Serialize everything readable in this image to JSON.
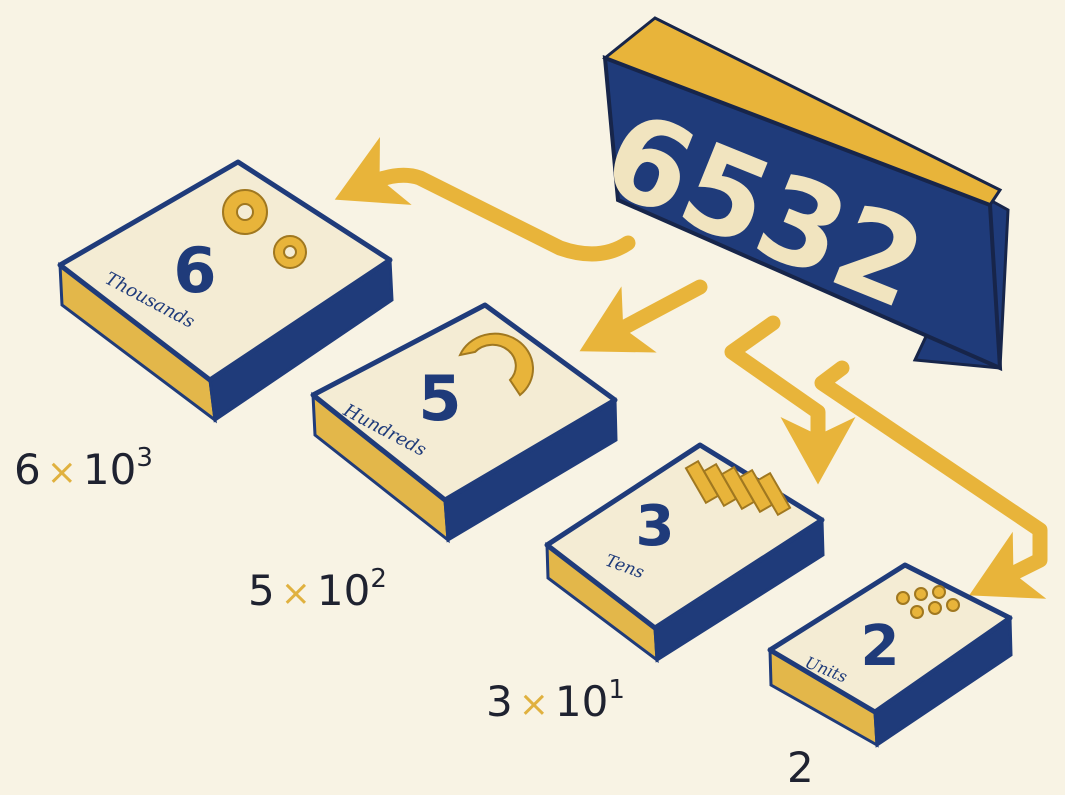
{
  "number": "6532",
  "colors": {
    "navy": "#1f3b7a",
    "gold": "#e8b43a",
    "cream": "#f4ecd4",
    "background": "#f8f3e4"
  },
  "places": [
    {
      "digit": "6",
      "label": "Thousands",
      "icon": "gears-icon",
      "expr": {
        "coef": "6",
        "times": "×",
        "base": "10",
        "exp": "3"
      }
    },
    {
      "digit": "5",
      "label": "Hundreds",
      "icon": "half-ring-icon",
      "expr": {
        "coef": "5",
        "times": "×",
        "base": "10",
        "exp": "2"
      }
    },
    {
      "digit": "3",
      "label": "Tens",
      "icon": "rods-icon",
      "expr": {
        "coef": "3",
        "times": "×",
        "base": "10",
        "exp": "1"
      }
    },
    {
      "digit": "2",
      "label": "Units",
      "icon": "dots-icon",
      "expr": {
        "coef": "2"
      }
    }
  ]
}
